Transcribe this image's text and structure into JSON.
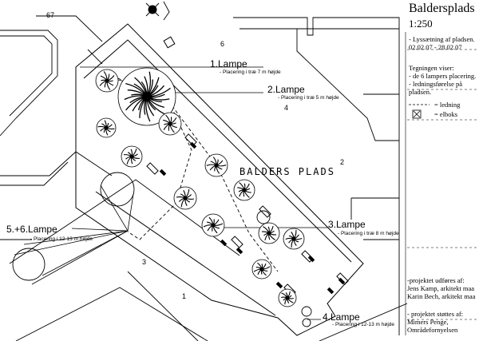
{
  "title": "Baldersplads",
  "scale": "1:250",
  "side": {
    "project": "- Lyssætning af pladsen.",
    "dates": "02.02.07 - 28.02.07",
    "drawing_intro": "Tegningen viser:",
    "item1": "- de 6 lampers placering.",
    "item2a": "- ledningsførelse på",
    "item2b": "pladsen.",
    "legend_cable": "= ledning",
    "legend_box": "= elboks",
    "made_by": "-projektet udføres af:",
    "person1": "Jens Kamp, arkitekt maa",
    "person2": "Karin Bech, arkitekt maa",
    "supported_by": "- projektet støttes af:",
    "supporter1": "Mimers Penge,",
    "supporter2": "Områdefornyelsen"
  },
  "plaza_name": "BALDERS PLADS",
  "lamps": [
    {
      "label": "1.Lampe",
      "placement": "- Placering i træ 7 m højde"
    },
    {
      "label": "2.Lampe",
      "placement": "- Placering i træ 5 m højde"
    },
    {
      "label": "3.Lampe",
      "placement": "- Placering i træ 8 m højde"
    },
    {
      "label": "4.Lampe",
      "placement": "- Placering i 12-13 m højde"
    },
    {
      "label": "5.+6.Lampe",
      "placement": "- Placering i 12-13 m højde"
    }
  ],
  "plots": {
    "n67": "67",
    "n6": "6",
    "n4": "4",
    "n2": "2",
    "n3": "3",
    "n1": "1"
  }
}
